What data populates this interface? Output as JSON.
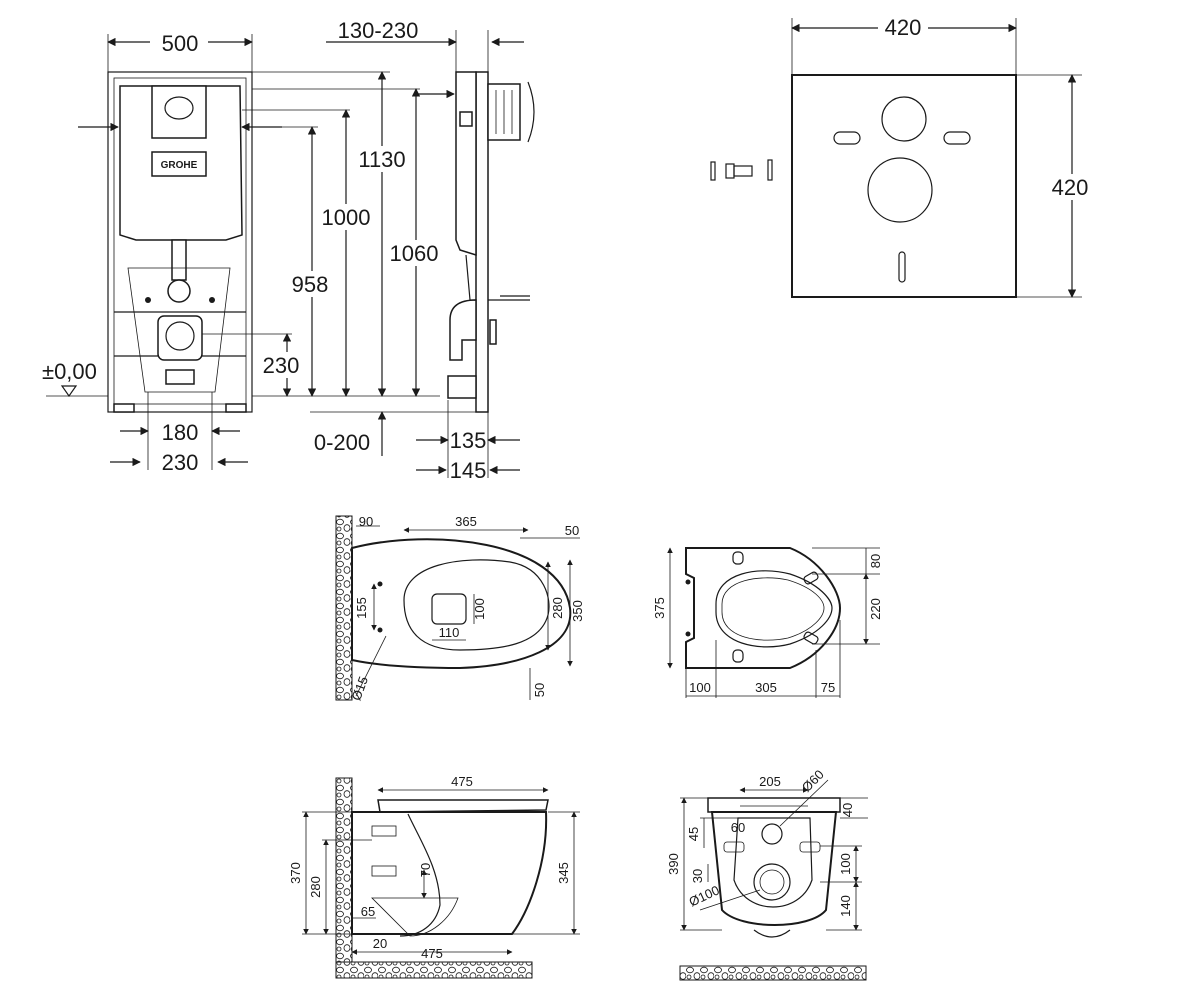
{
  "frame_front": {
    "dims": {
      "width": "500",
      "depth_range": "130-230",
      "h1130": "1130",
      "h1000": "1000",
      "h958": "958",
      "h1060": "1060",
      "h230": "230",
      "zero": "±0,00",
      "w180": "180",
      "w230": "230",
      "floor_range": "0-200",
      "d135": "135",
      "d145": "145"
    },
    "logo": "GROHE"
  },
  "soundpad": {
    "dims": {
      "width": "420",
      "height": "420"
    }
  },
  "bowl_top": {
    "dims": {
      "d90": "90",
      "d365": "365",
      "d50a": "50",
      "d155": "155",
      "d100": "100",
      "d280": "280",
      "d350": "350",
      "d110": "110",
      "d15": "Ø15",
      "d50b": "50"
    }
  },
  "seat_top": {
    "dims": {
      "d375": "375",
      "d80": "80",
      "d220": "220",
      "d100": "100",
      "d305": "305",
      "d75": "75"
    }
  },
  "bowl_side": {
    "dims": {
      "d475a": "475",
      "d370": "370",
      "d280": "280",
      "d70": "70",
      "d345": "345",
      "d65": "65",
      "d20": "20",
      "d475b": "475"
    }
  },
  "bowl_back": {
    "dims": {
      "d205": "205",
      "d60a": "Ø60",
      "d40": "40",
      "d45": "45",
      "d60b": "60",
      "d390": "390",
      "d30": "30",
      "d100a": "100",
      "d100b": "Ø100",
      "d140": "140"
    }
  }
}
